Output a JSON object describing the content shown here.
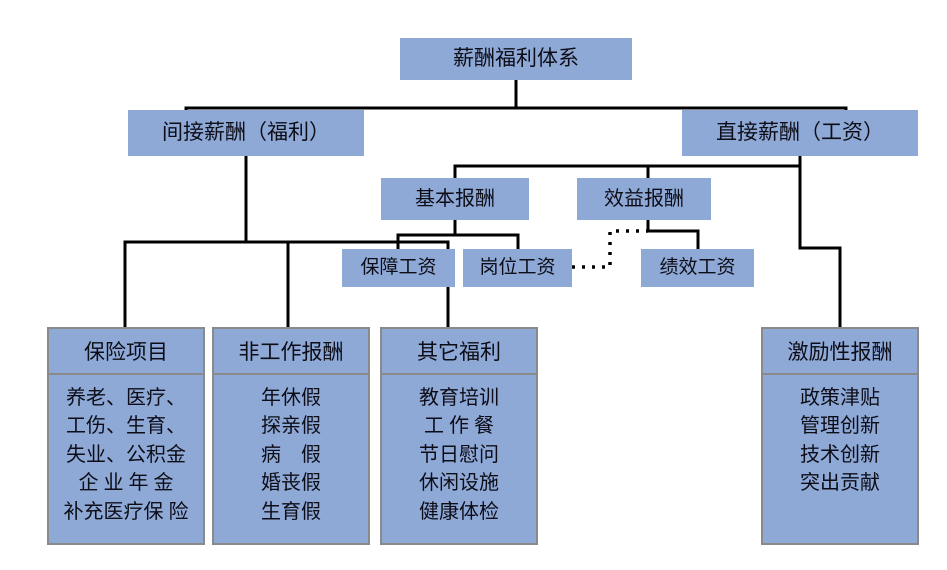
{
  "diagram": {
    "title": "薪酬福利体系",
    "type": "organizational-tree",
    "colors": {
      "node_fill": "#8FA9D7",
      "panel_border": "#8a8a8a",
      "connector": "#000000",
      "text": "#0d0d17",
      "background": "#ffffff"
    },
    "levels": {
      "root": {
        "label": "薪酬福利体系"
      },
      "branches": [
        {
          "label": "间接薪酬（福利）"
        },
        {
          "label": "直接薪酬（工资）"
        }
      ],
      "direct_children": [
        {
          "label": "基本报酬"
        },
        {
          "label": "效益报酬"
        }
      ],
      "wage_items": [
        {
          "label": "保障工资"
        },
        {
          "label": "岗位工资"
        },
        {
          "label": "绩效工资"
        }
      ]
    },
    "panels": [
      {
        "header": "保险项目",
        "items": [
          "养老、医疗、",
          "工伤、生育、",
          "失业、公积金",
          "企 业 年 金",
          "补充医疗保 险"
        ]
      },
      {
        "header": "非工作报酬",
        "items": [
          "年休假",
          "探亲假",
          "病　假",
          "婚丧假",
          "生育假"
        ]
      },
      {
        "header": "其它福利",
        "items": [
          "教育培训",
          "工 作 餐",
          "节日慰问",
          "休闲设施",
          "健康体检"
        ]
      },
      {
        "header": "激励性报酬",
        "items": [
          "政策津贴",
          "管理创新",
          "技术创新",
          "突出贡献"
        ]
      }
    ],
    "connector_notes": {
      "dotted_link": "岗位工资 → 效益报酬 (dotted)"
    }
  }
}
